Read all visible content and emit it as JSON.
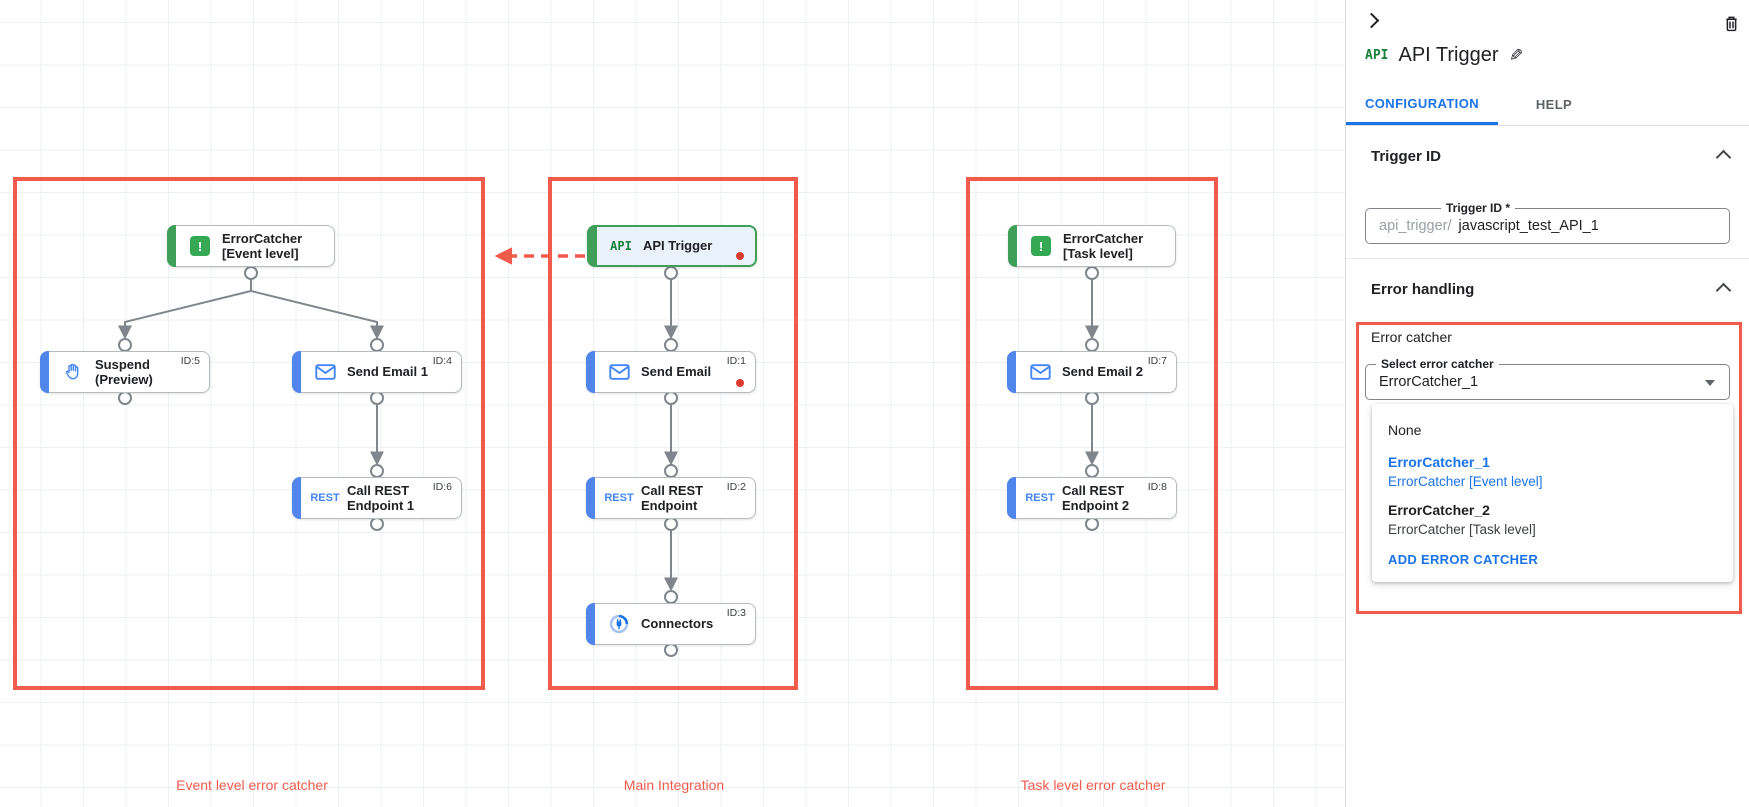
{
  "canvas": {
    "groups": [
      {
        "label": "Event level error catcher"
      },
      {
        "label": "Main Integration"
      },
      {
        "label": "Task level error catcher"
      }
    ],
    "nodes": [
      {
        "label": "ErrorCatcher\n[Event level]",
        "id_label": ""
      },
      {
        "label": "Suspend\n(Preview)",
        "id_label": "ID:5"
      },
      {
        "label": "Send Email 1",
        "id_label": "ID:4"
      },
      {
        "label": "Call REST\nEndpoint 1",
        "id_label": "ID:6"
      },
      {
        "label": "API Trigger",
        "id_label": ""
      },
      {
        "label": "Send Email",
        "id_label": "ID:1"
      },
      {
        "label": "Call REST\nEndpoint",
        "id_label": "ID:2"
      },
      {
        "label": "Connectors",
        "id_label": "ID:3"
      },
      {
        "label": "ErrorCatcher\n[Task level]",
        "id_label": ""
      },
      {
        "label": "Send Email 2",
        "id_label": "ID:7"
      },
      {
        "label": "Call REST\nEndpoint 2",
        "id_label": "ID:8"
      }
    ],
    "icon_names": [
      "error-icon",
      "hand-icon",
      "email-icon",
      "rest-icon",
      "api-icon",
      "connector-icon"
    ]
  },
  "panel": {
    "title": "API Trigger",
    "title_icon": "API",
    "tabs": [
      "CONFIGURATION",
      "HELP"
    ],
    "sections": {
      "trigger_id": "Trigger ID",
      "error_handling": "Error handling"
    },
    "trigger_id_field": {
      "label": "Trigger ID *",
      "prefix": "api_trigger/",
      "value": "javascript_test_API_1"
    },
    "error_catcher": {
      "group_label": "Error catcher",
      "select_label": "Select error catcher",
      "selected": "ErrorCatcher_1",
      "options": [
        {
          "name": "None",
          "sub": ""
        },
        {
          "name": "ErrorCatcher_1",
          "sub": "ErrorCatcher [Event level]"
        },
        {
          "name": "ErrorCatcher_2",
          "sub": "ErrorCatcher [Task level]"
        }
      ],
      "add_button": "ADD ERROR CATCHER"
    }
  },
  "colors": {
    "highlight_red": "#F15B4C",
    "node_blue": "#5086EC",
    "node_green": "#3F9E58",
    "accent_blue": "#1a73e8",
    "error_dot": "#DB3A2F"
  }
}
